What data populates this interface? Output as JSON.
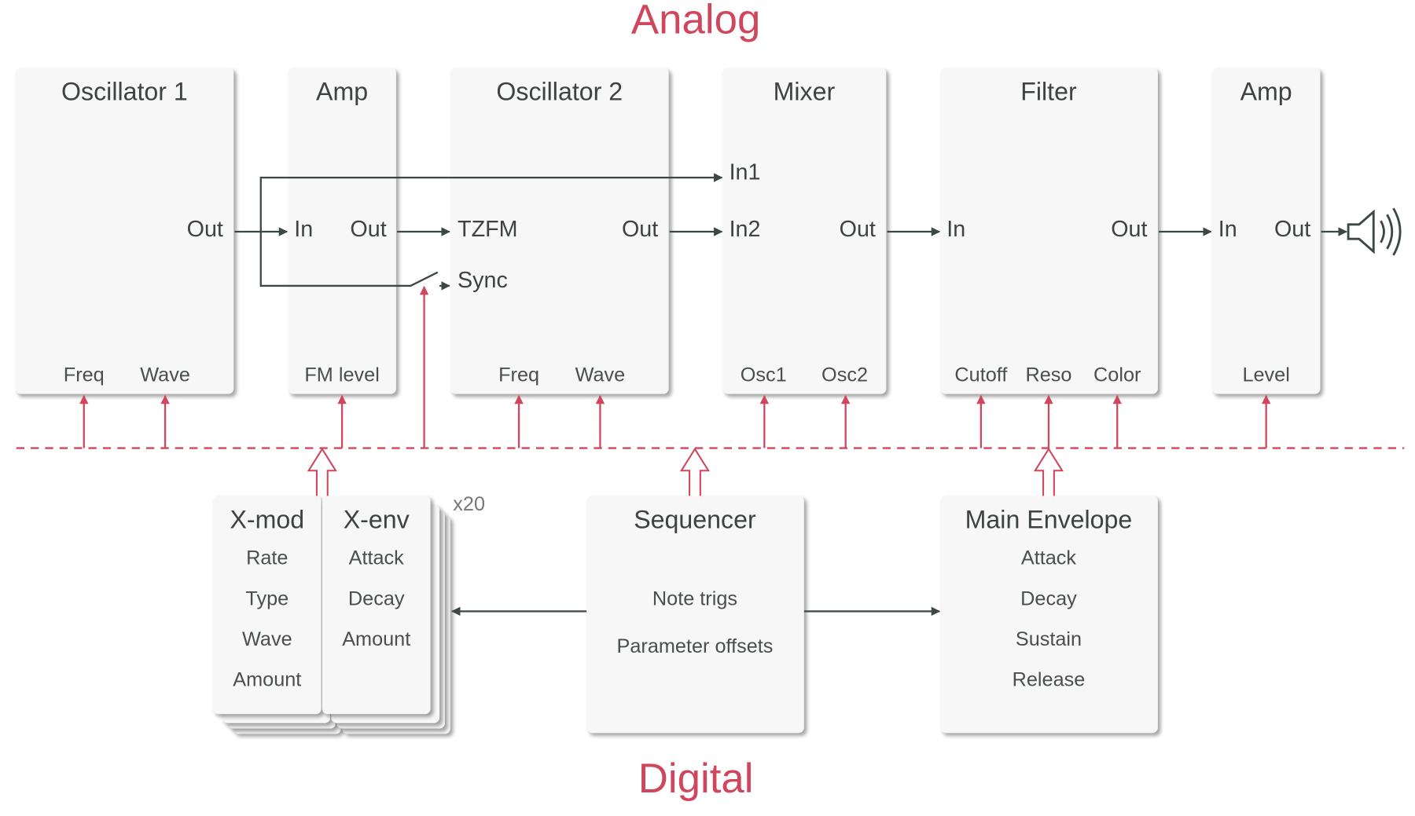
{
  "sections": {
    "analog": "Analog",
    "digital": "Digital"
  },
  "analog_modules": {
    "osc1": {
      "title": "Oscillator 1",
      "out": "Out",
      "params": [
        "Freq",
        "Wave"
      ]
    },
    "amp1": {
      "title": "Amp",
      "in": "In",
      "out": "Out",
      "params": [
        "FM level"
      ]
    },
    "osc2": {
      "title": "Oscillator 2",
      "tzfm": "TZFM",
      "sync": "Sync",
      "out": "Out",
      "params": [
        "Freq",
        "Wave"
      ]
    },
    "mixer": {
      "title": "Mixer",
      "in1": "In1",
      "in2": "In2",
      "out": "Out",
      "params": [
        "Osc1",
        "Osc2"
      ]
    },
    "filter": {
      "title": "Filter",
      "in": "In",
      "out": "Out",
      "params": [
        "Cutoff",
        "Reso",
        "Color"
      ]
    },
    "amp2": {
      "title": "Amp",
      "in": "In",
      "out": "Out",
      "params": [
        "Level"
      ]
    }
  },
  "digital_modules": {
    "xmod": {
      "title": "X-mod",
      "params": [
        "Rate",
        "Type",
        "Wave",
        "Amount"
      ]
    },
    "xenv": {
      "title": "X-env",
      "params": [
        "Attack",
        "Decay",
        "Amount"
      ]
    },
    "stack_count": "x20",
    "sequencer": {
      "title": "Sequencer",
      "params": [
        "Note trigs",
        "Parameter offsets"
      ]
    },
    "main_env": {
      "title": "Main Envelope",
      "params": [
        "Attack",
        "Decay",
        "Sustain",
        "Release"
      ]
    }
  },
  "colors": {
    "analog_accent": "#d0465d",
    "wire": "#3d4745",
    "box_fill": "#f7f7f7"
  },
  "icons": {
    "output": "speaker-icon"
  }
}
